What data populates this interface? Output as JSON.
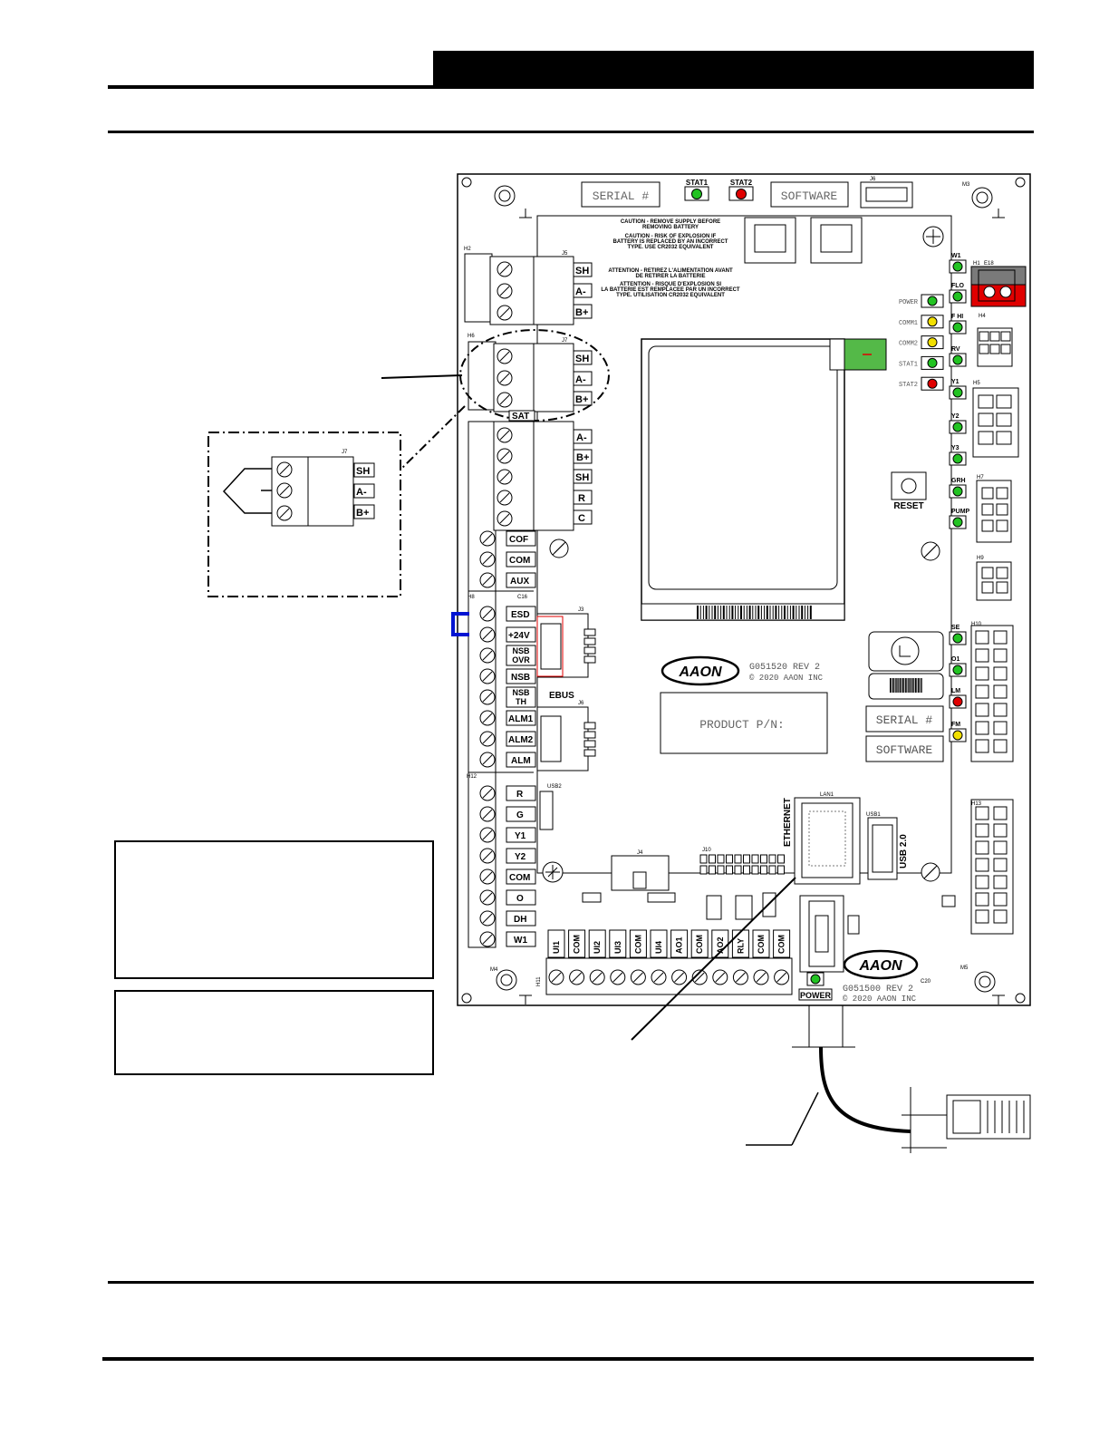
{
  "board": {
    "top_labels": {
      "serial": "SERIAL #",
      "software": "SOFTWARE",
      "stat1": "STAT1",
      "stat2": "STAT2",
      "j6": "J6",
      "m3": "M3"
    },
    "caution_text": [
      "CAUTION - REMOVE SUPPLY BEFORE",
      "REMOVING BATTERY",
      "CAUTION - RISK OF EXPLOSION IF",
      "BATTERY IS REPLACED BY AN INCORRECT",
      "TYPE. USE CR2032 EQUIVALENT",
      "ATTENTION - RETIREZ L'ALIMENTATION AVANT",
      "DE RETIRER LA BATTERIE",
      "ATTENTION - RISQUE D'EXPLOSION SI",
      "LA BATTERIE EST REMPLACEE PAR UN INCORRECT",
      "TYPE. UTILISATION CR2032 EQUIVALENT"
    ],
    "connector_j5": {
      "name": "J5",
      "pins": [
        "SH",
        "A-",
        "B+"
      ]
    },
    "connector_j7": {
      "name": "J7",
      "pins": [
        "SH",
        "A-",
        "B+"
      ]
    },
    "connector_j8": {
      "pins": [
        "A-",
        "B+",
        "SH",
        "R",
        "C"
      ],
      "sat_label": "SAT"
    },
    "h_labels": {
      "h2": "H2",
      "h6": "H6",
      "h8": "H8",
      "h12": "H12",
      "h11": "H11",
      "m4": "M4",
      "m5": "M5"
    },
    "left_terminals_a": [
      "COF",
      "COM",
      "AUX"
    ],
    "left_terminals_b": [
      "ESD",
      "+24V",
      "NSB OVR",
      "NSB",
      "NSB TH",
      "ALM1",
      "ALM2",
      "ALM"
    ],
    "left_terminals_c": [
      "R",
      "G",
      "Y1",
      "Y2",
      "COM",
      "O",
      "DH",
      "W1"
    ],
    "bottom_terminals": [
      "UI1",
      "COM",
      "UI2",
      "UI3",
      "COM",
      "UI4",
      "AO1",
      "COM",
      "AO2",
      "RLY",
      "COM",
      "COM"
    ],
    "status_leds": [
      {
        "label": "POWER",
        "color": "#22c322"
      },
      {
        "label": "COMM1",
        "color": "#f2e000"
      },
      {
        "label": "COMM2",
        "color": "#f2e000"
      },
      {
        "label": "STAT1",
        "color": "#22c322"
      },
      {
        "label": "STAT2",
        "color": "#e00000"
      }
    ],
    "right_leds_top": [
      "W1",
      "FLO",
      "F HI",
      "RV",
      "Y1",
      "Y2",
      "Y3",
      "GRH",
      "PUMP"
    ],
    "right_leds_bottom": [
      "SE",
      "O1",
      "LM",
      "FM"
    ],
    "right_headers": [
      "H1",
      "H4",
      "H5",
      "H7",
      "H9",
      "H10",
      "H13"
    ],
    "reset": "RESET",
    "ebus": "EBUS",
    "j3": "J3",
    "j6b": "J6",
    "usb2": "USB2",
    "j10": "J10",
    "j4": "J4",
    "lan": "LAN1",
    "ethernet": "ETHERNET",
    "usb20": "USB 2.0",
    "usb1": "USB1",
    "power_label": "POWER",
    "logo": "AAON",
    "pcb_rev_upper": "G051520 REV 2",
    "pcb_copy_upper": "© 2020 AAON INC",
    "pcb_rev_lower": "G051500 REV 2",
    "pcb_copy_lower": "© 2020 AAON INC",
    "product_pn": "PRODUCT P/N:",
    "serial_lower": "SERIAL #",
    "software_lower": "SOFTWARE",
    "c16": "C16",
    "c20": "C20",
    "e18": "E18",
    "detail_j7": "J7"
  },
  "colors": {
    "green": "#22c322",
    "red": "#e00000",
    "yellow": "#f2e000",
    "blue": "#0014d2",
    "green_pad": "#54b948"
  }
}
